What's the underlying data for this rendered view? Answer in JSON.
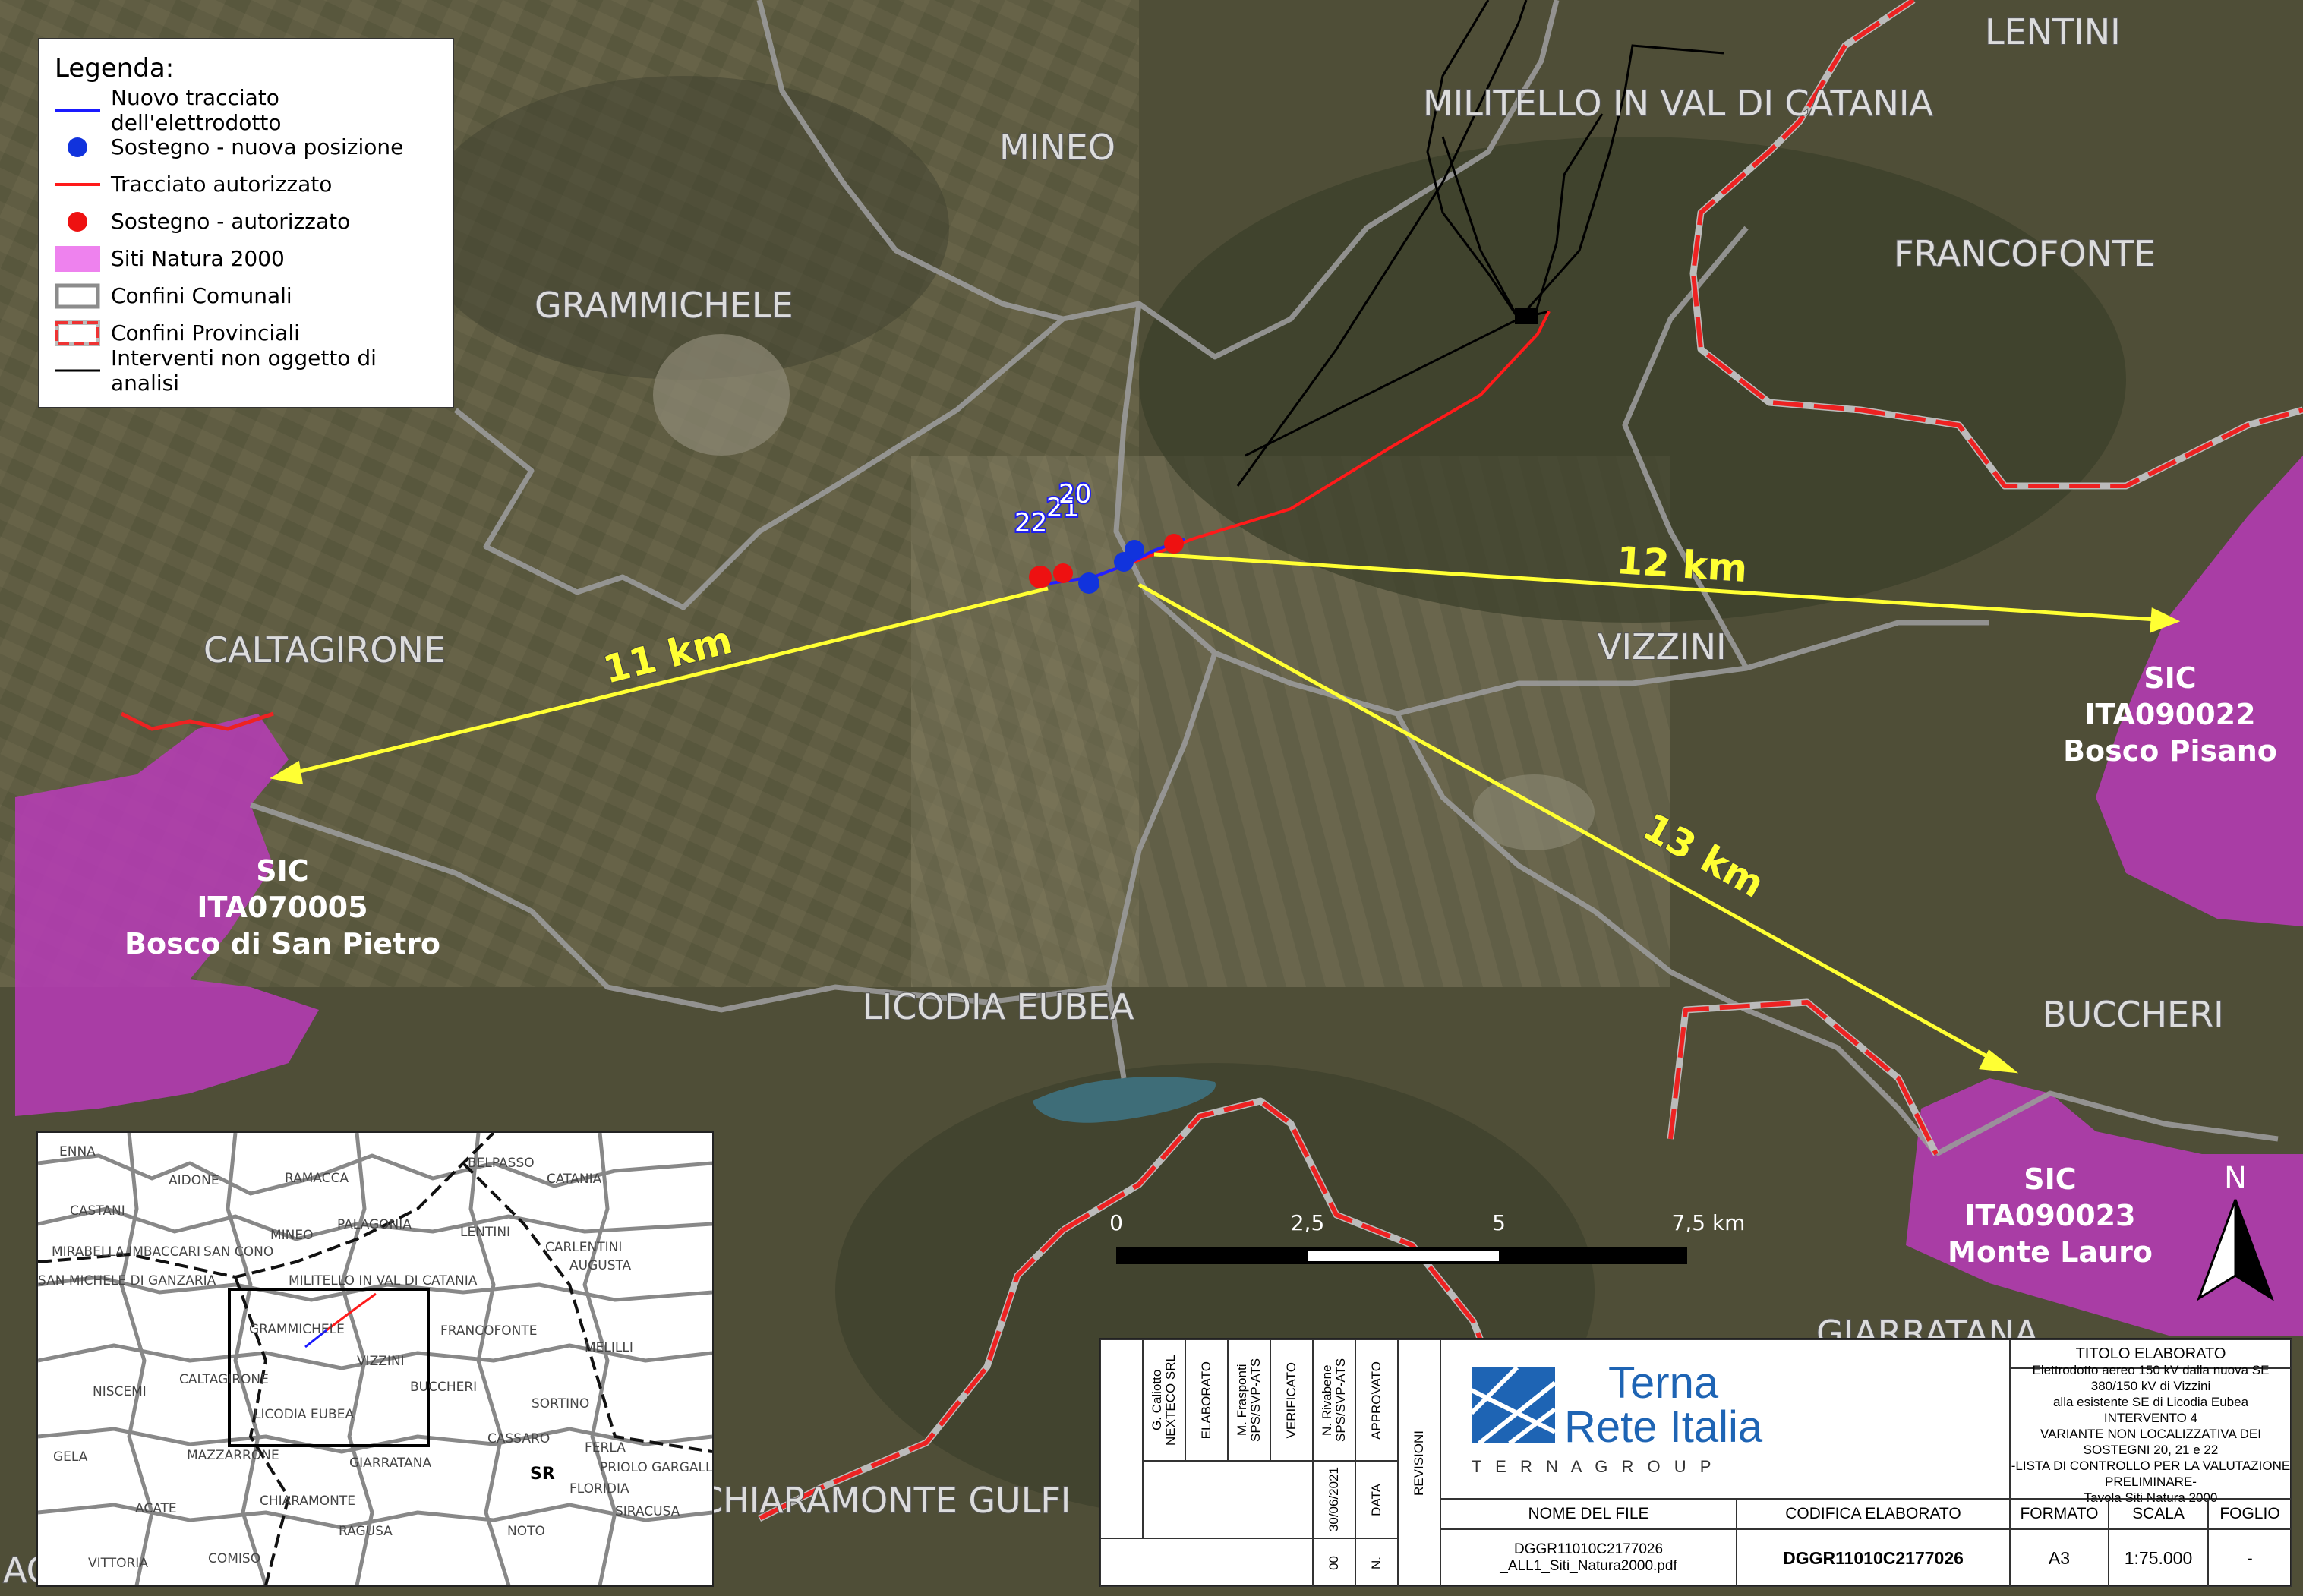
{
  "legend": {
    "title": "Legenda:",
    "items": [
      {
        "label": "Nuovo tracciato dell'elettrodotto",
        "symbol": "blue-line-icon",
        "color": "#1a1aff"
      },
      {
        "label": "Sostegno - nuova posizione",
        "symbol": "blue-dot-icon",
        "color": "#1133dd"
      },
      {
        "label": "Tracciato autorizzato",
        "symbol": "red-line-icon",
        "color": "#ff1a1a"
      },
      {
        "label": "Sostegno - autorizzato",
        "symbol": "red-dot-icon",
        "color": "#ee1111"
      },
      {
        "label": "Siti Natura 2000",
        "symbol": "pink-square-icon",
        "color": "#ee82ee"
      },
      {
        "label": "Confini Comunali",
        "symbol": "grey-rect-icon",
        "color": "#8c8c8c"
      },
      {
        "label": "Confini Provinciali",
        "symbol": "red-dashed-rect-icon",
        "color": "#ee3333"
      },
      {
        "label": "Interventi non oggetto di analisi",
        "symbol": "black-line-icon",
        "color": "#000000"
      }
    ]
  },
  "places": {
    "lentini": "LENTINI",
    "militello": "MILITELLO IN VAL DI CATANIA",
    "mineo": "MINEO",
    "francofonte": "FRANCOFONTE",
    "grammichele": "GRAMMICHELE",
    "caltagirone": "CALTAGIRONE",
    "vizzini": "VIZZINI",
    "licodia": "LICODIA EUBEA",
    "buccheri": "BUCCHERI",
    "chiaramonte": "CHIARAMONTE GULFI",
    "giarratana": "GIARRATANA",
    "acate": "ACATE"
  },
  "support_labels": [
    "22",
    "21",
    "20"
  ],
  "distances": [
    "11 km",
    "12 km",
    "13 km"
  ],
  "sites": [
    {
      "line1": "SIC",
      "line2": "ITA070005",
      "line3": "Bosco di San Pietro"
    },
    {
      "line1": "SIC",
      "line2": "ITA090022",
      "line3": "Bosco Pisano"
    },
    {
      "line1": "SIC",
      "line2": "ITA090023",
      "line3": "Monte Lauro"
    }
  ],
  "scalebar": {
    "ticks": [
      "0",
      "2,5",
      "5",
      "7,5 km"
    ]
  },
  "north": "N",
  "inset": {
    "labels": [
      "ENNA",
      "AIDONE",
      "RAMACCA",
      "BELPASSO",
      "CATANIA",
      "CASTANI",
      "MINEO",
      "PALAGONIA",
      "LENTINI",
      "MIRABELLA IMBACCARI",
      "SAN CONO",
      "CARLENTINI",
      "AUGUSTA",
      "SAN MICHELE DI GANZARIA",
      "MILITELLO IN VAL DI CATANIA",
      "GRAMMICHELE",
      "FRANCOFONTE",
      "MELILLI",
      "NISCEMI",
      "CALTAGIRONE",
      "VIZZINI",
      "BUCCHERI",
      "SORTINO",
      "LICODIA EUBEA",
      "GELA",
      "MAZZARRONE",
      "CASSARO",
      "FERLA",
      "PRIOLO GARGALLO",
      "GIARRATANA",
      "FLORIDIA",
      "ACATE",
      "CHIARAMONTE",
      "RAGUSA",
      "SIRACUSA",
      "VITTORIA",
      "COMISO",
      "NOTO",
      "SR"
    ]
  },
  "titleblock": {
    "brand_line1": "Terna",
    "brand_line2": "Rete Italia",
    "brand_group": "T E R N A   G R O U P",
    "rev_cols": [
      {
        "role": "G. Caliotto NEXTECO SRL",
        "header": "ELABORATO"
      },
      {
        "role": "M. Frasponti SPS/SVP-ATS",
        "header": "VERIFICATO"
      },
      {
        "role": "N. Rivabene SPS/SVP-ATS",
        "header": "APPROVATO"
      }
    ],
    "rev_date": "30/06/2021",
    "rev_num": "00",
    "data_header": "DATA",
    "n_header": "N.",
    "revisioni": "REVISIONI",
    "titolo_header": "TITOLO ELABORATO",
    "titolo_lines": [
      "Elettrodotto aereo 150 kV dalla nuova SE 380/150 kV di Vizzini",
      "alla esistente SE di Licodia Eubea",
      "INTERVENTO 4",
      "VARIANTE NON LOCALIZZATIVA DEI SOSTEGNI 20, 21 e 22",
      "-LISTA DI CONTROLLO PER LA VALUTAZIONE PRELIMINARE-",
      "Tavola Siti Natura 2000"
    ],
    "nome_file_header": "NOME DEL FILE",
    "nome_file": "DGGR11010C2177026\n_ALL1_Siti_Natura2000.pdf",
    "codifica_header": "CODIFICA ELABORATO",
    "codifica": "DGGR11010C2177026",
    "formato_header": "FORMATO",
    "formato": "A3",
    "scala_header": "SCALA",
    "scala": "1:75.000",
    "foglio_header": "FOGLIO",
    "foglio": "-"
  }
}
